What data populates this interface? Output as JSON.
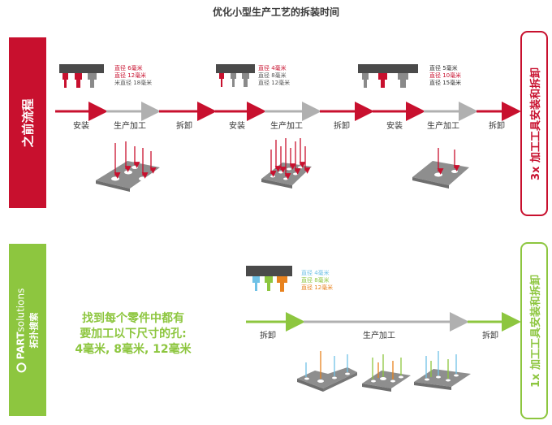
{
  "title": "优化小型生产工艺的拆装时间",
  "colors": {
    "red": "#c8102e",
    "green": "#8dc63f",
    "gray": "#b0b0b0",
    "dark": "#4a4a4a",
    "blue": "#6fc1e6",
    "orange": "#e8821e"
  },
  "before": {
    "label": "之前流程",
    "summary": "3x 加工工具安装和拆卸",
    "stages": [
      "安装",
      "生产加工",
      "拆卸",
      "安装",
      "生产加工",
      "拆卸",
      "安装",
      "生产加工",
      "拆卸"
    ],
    "legend1": [
      "直径 6毫米",
      "直径 12毫米",
      "米直径 18毫米"
    ],
    "legend2": [
      "直径 4毫米",
      "直径 8毫米",
      "直径 12毫米"
    ],
    "legend3": [
      "直径 5毫米",
      "直径 10毫米",
      "直径 15毫米"
    ]
  },
  "after": {
    "brand_bold": "PART",
    "brand_light": "solutions",
    "brand_sub": "拓扑搜索",
    "summary": "1x 加工工具安装和拆卸",
    "stages": [
      "拆卸",
      "生产加工",
      "拆卸"
    ],
    "legend": [
      "直径 4毫米",
      "直径 8毫米",
      "直径 12毫米"
    ],
    "message": [
      "找到每个零件中都有",
      "要加工以下尺寸的孔:",
      "4毫米, 8毫米, 12毫米"
    ]
  }
}
